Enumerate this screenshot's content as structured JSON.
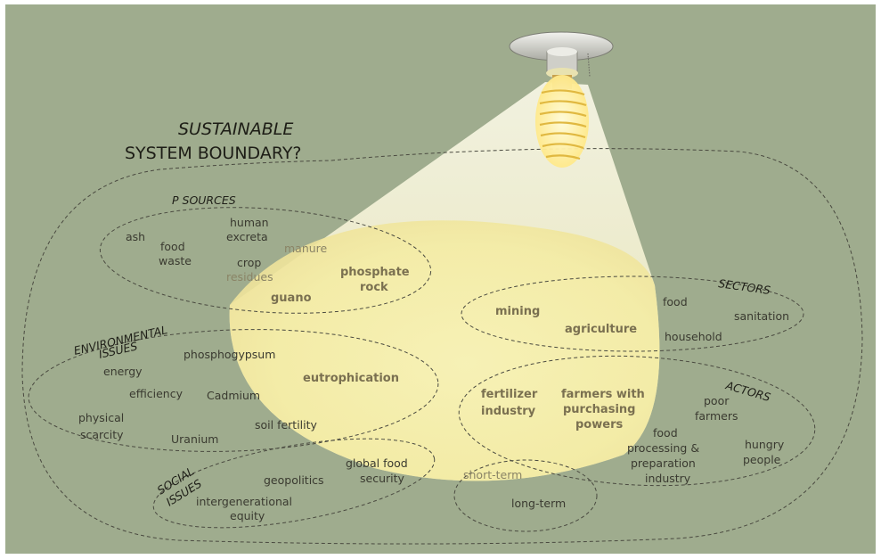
{
  "title": {
    "line1": "SUSTAINABLE",
    "line2": "SYSTEM BOUNDARY?"
  },
  "colors": {
    "background": "#9fac8e",
    "light_beam": "#fbf6d4",
    "light_pool": "#f6efb0",
    "bulb_glow": "#ffe878"
  },
  "icons": [
    "light-bulb-icon"
  ],
  "groups": {
    "p_sources": {
      "heading": "P SOURCES",
      "items": {
        "ash": "ash",
        "food_waste_1": "food",
        "food_waste_2": "waste",
        "human_excreta_1": "human",
        "human_excreta_2": "excreta",
        "manure": "manure",
        "crop_residues_1": "crop",
        "crop_residues_2": "residues",
        "guano": "guano",
        "phosphate_rock_1": "phosphate",
        "phosphate_rock_2": "rock"
      }
    },
    "environmental_issues": {
      "heading_1": "ENVIRONMENTAL",
      "heading_2": "ISSUES",
      "items": {
        "phosphogypsum": "phosphogypsum",
        "energy": "energy",
        "efficiency": "efficiency",
        "cadmium": "Cadmium",
        "eutrophication": "eutrophication",
        "physical_scarcity_1": "physical",
        "physical_scarcity_2": "scarcity",
        "uranium": "Uranium",
        "soil_fertility": "soil fertility"
      }
    },
    "social_issues": {
      "heading_1": "SOCIAL",
      "heading_2": "ISSUES",
      "items": {
        "geopolitics": "geopolitics",
        "global_food_security_1": "global food",
        "global_food_security_2": "security",
        "intergenerational_equity_1": "intergenerational",
        "intergenerational_equity_2": "equity"
      }
    },
    "timeframe": {
      "short_term": "short-term",
      "long_term": "long-term"
    },
    "sectors": {
      "heading": "SECTORS",
      "items": {
        "mining": "mining",
        "agriculture": "agriculture",
        "food": "food",
        "sanitation": "sanitation",
        "household": "household"
      }
    },
    "actors": {
      "heading": "ACTORS",
      "items": {
        "fertilizer_industry_1": "fertilizer",
        "fertilizer_industry_2": "industry",
        "farmers_1": "farmers with",
        "farmers_2": "purchasing",
        "farmers_3": "powers",
        "poor_farmers_1": "poor",
        "poor_farmers_2": "farmers",
        "food_processing_1": "food",
        "food_processing_2": "processing &",
        "food_processing_3": "preparation",
        "food_processing_4": "industry",
        "hungry_people_1": "hungry",
        "hungry_people_2": "people"
      }
    }
  }
}
